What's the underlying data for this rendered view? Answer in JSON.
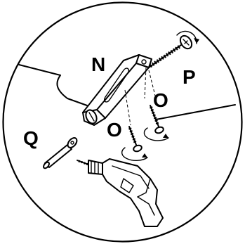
{
  "labels": {
    "bracket": "N",
    "screws": "O",
    "bolt": "P",
    "anchor": "Q"
  },
  "icons": [
    "bracket-icon",
    "wall-screw-icon",
    "long-bolt-icon",
    "wall-anchor-icon",
    "power-drill-icon",
    "rotation-arrow-icon"
  ],
  "colors": {
    "ink": "#000000",
    "paper": "#ffffff"
  }
}
